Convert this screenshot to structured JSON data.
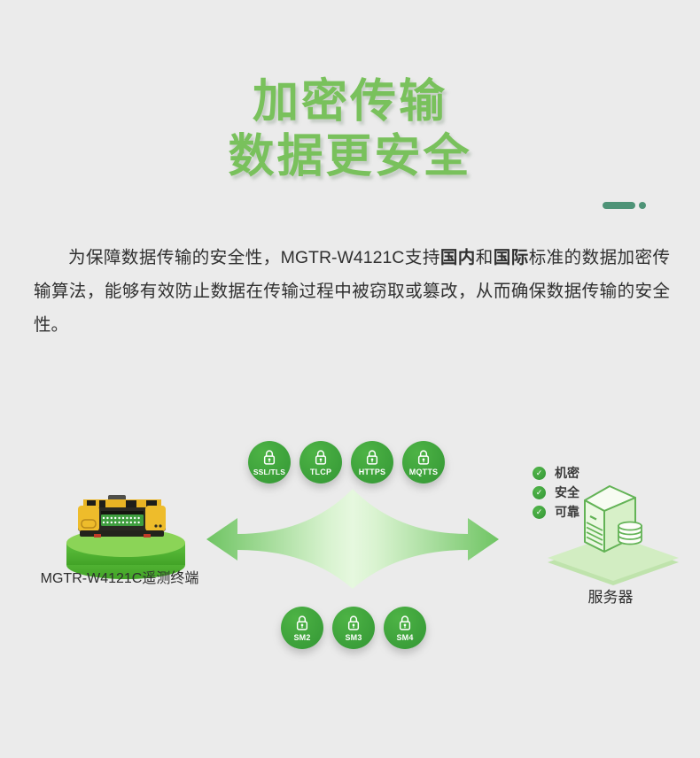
{
  "title": {
    "line1": "加密传输",
    "line2": "数据更安全"
  },
  "intro": {
    "part1": "为保障数据传输的安全性，MGTR-W4121C支持",
    "bold1": "国内",
    "part2": "和",
    "bold2": "国际",
    "part3": "标准的数据加密传输算法，能够有效防止数据在传输过程中被窃取或篡改，从而确保数据传输的安全性。"
  },
  "diagram": {
    "protocols_top": [
      "SSL/TLS",
      "TLCP",
      "HTTPS",
      "MQTTS"
    ],
    "protocols_bottom": [
      "SM2",
      "SM3",
      "SM4"
    ],
    "features": [
      "机密",
      "安全",
      "可靠"
    ],
    "device_label": "MGTR-W4121C遥测终端",
    "server_label": "服务器",
    "check_glyph": "✓"
  },
  "colors": {
    "background": "#ebebeb",
    "title_green": "#79c15c",
    "ornament_green": "#4e9377",
    "circle_green": "#3a9e39",
    "arrow_edge_green": "#70c566",
    "arrow_center_green": "#e0f6d8",
    "platform_green": "#55b837",
    "server_line_green": "#63b356"
  }
}
